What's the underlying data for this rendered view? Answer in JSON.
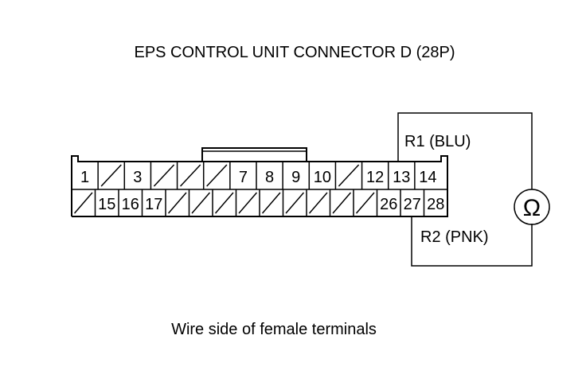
{
  "title": "EPS CONTROL UNIT CONNECTOR D (28P)",
  "caption": "Wire side of female terminals",
  "connector": {
    "row1": [
      "1",
      "",
      "3",
      "",
      "",
      "",
      "7",
      "8",
      "9",
      "10",
      "",
      "12",
      "13",
      "14"
    ],
    "row2": [
      "",
      "15",
      "16",
      "17",
      "",
      "",
      "",
      "",
      "",
      "",
      "",
      "",
      "",
      "26",
      "27",
      "28"
    ]
  },
  "probes": {
    "r1_label": "R1 (BLU)",
    "r2_label": "R2 (PNK)",
    "meter_symbol": "Ω"
  }
}
